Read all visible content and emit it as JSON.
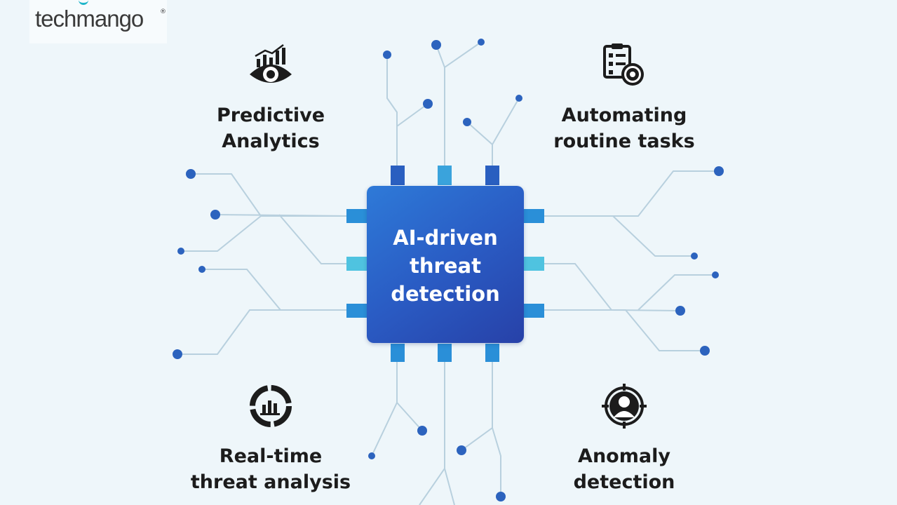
{
  "logo": {
    "text": "techmango",
    "registered": "®"
  },
  "center": {
    "label": "AI-driven\nthreat\ndetection"
  },
  "features": [
    {
      "label": "Predictive\nAnalytics",
      "icon": "eye-analytics-icon"
    },
    {
      "label": "Automating\nroutine tasks",
      "icon": "checklist-gear-icon"
    },
    {
      "label": "Real-time\nthreat analysis",
      "icon": "realtime-chart-icon"
    },
    {
      "label": "Anomaly\ndetection",
      "icon": "person-target-icon"
    }
  ],
  "colors": {
    "background": "#eef6fa",
    "chip_top": "#2e7ad8",
    "chip_bottom": "#2741a8",
    "pin_dark": "#2a5fc0",
    "pin_light": "#4fc3e0",
    "trace": "#b8d0de",
    "node": "#2c63be",
    "logo_accent": "#1fb5c9",
    "text": "#1c1c1c"
  }
}
